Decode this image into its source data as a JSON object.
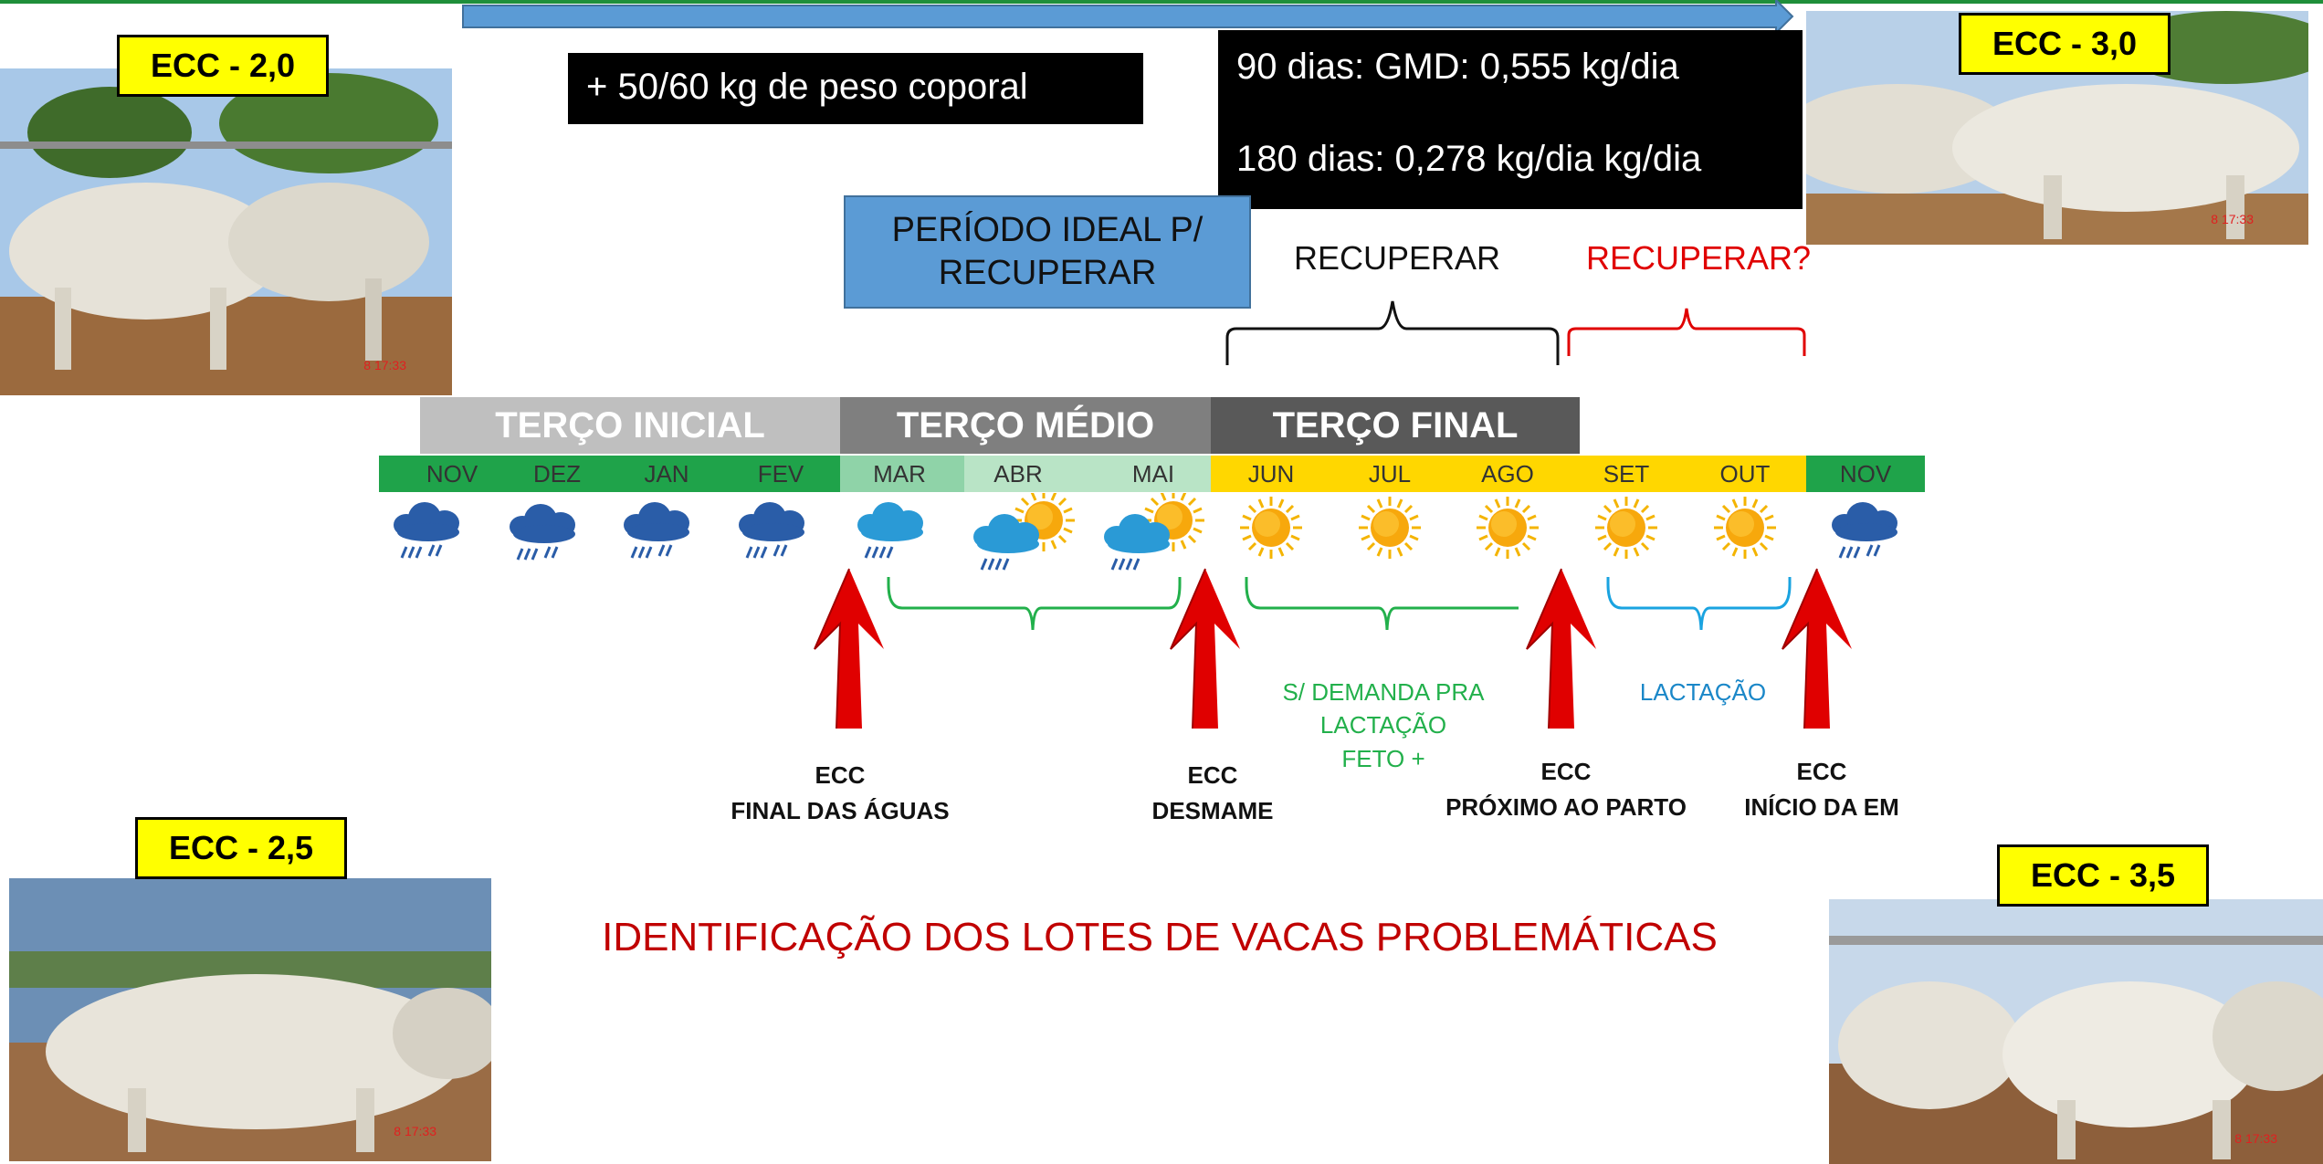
{
  "badges": {
    "ecc_20": "ECC - 2,0",
    "ecc_25": "ECC - 2,5",
    "ecc_30": "ECC - 3,0",
    "ecc_35": "ECC - 3,5"
  },
  "photo_stamps": {
    "ecc_20": "8 17:33",
    "ecc_25": "8 17:33",
    "ecc_30": "8 17:33",
    "ecc_35": "8 17:33"
  },
  "weight_gain": "+ 50/60 kg de peso coporal",
  "gmd": {
    "line1": "90 dias: GMD: 0,555 kg/dia",
    "line2": "180 dias: 0,278 kg/dia kg/dia"
  },
  "ideal_period": {
    "line1": "PERÍODO IDEAL P/",
    "line2": "RECUPERAR"
  },
  "recover": "RECUPERAR",
  "recover_question": "RECUPERAR?",
  "phases": [
    "TERÇO INICIAL",
    "TERÇO MÉDIO",
    "TERÇO FINAL"
  ],
  "months": [
    "NOV",
    "DEZ",
    "JAN",
    "FEV",
    "MAR",
    "ABR",
    "MAI",
    "JUN",
    "JUL",
    "AGO",
    "SET",
    "OUT",
    "NOV"
  ],
  "weather": [
    "rain-cloud-icon",
    "rain-cloud-icon",
    "rain-cloud-icon",
    "rain-cloud-icon",
    "rain-cloud-icon",
    "sun-rain-icon",
    "sun-rain-icon",
    "sun-icon",
    "sun-icon",
    "sun-icon",
    "sun-icon",
    "sun-icon",
    "rain-cloud-icon"
  ],
  "ecc_points": [
    {
      "line1": "ECC",
      "line2": "FINAL DAS ÁGUAS"
    },
    {
      "line1": "ECC",
      "line2": "DESMAME"
    },
    {
      "line1": "ECC",
      "line2": "PRÓXIMO AO PARTO"
    },
    {
      "line1": "ECC",
      "line2": "INÍCIO DA EM"
    }
  ],
  "notes": {
    "demand_line1": "S/ DEMANDA PRA",
    "demand_line2": "LACTAÇÃO",
    "demand_line3": "FETO +",
    "lactation": "LACTAÇÃO"
  },
  "title": "IDENTIFICAÇÃO DOS LOTES DE VACAS PROBLEMÁTICAS",
  "colors": {
    "green_dark": "#1fa34a",
    "green_light": "#8fd3a8",
    "green_pale": "#b9e4c6",
    "yellow": "#ffd700",
    "gray_light": "#bfbfbf",
    "gray_mid": "#7f7f7f",
    "gray_dark": "#595959",
    "red": "#e00000",
    "bracket_green": "#22b04b",
    "bracket_blue": "#1aa3e0",
    "title_red": "#c00000"
  }
}
